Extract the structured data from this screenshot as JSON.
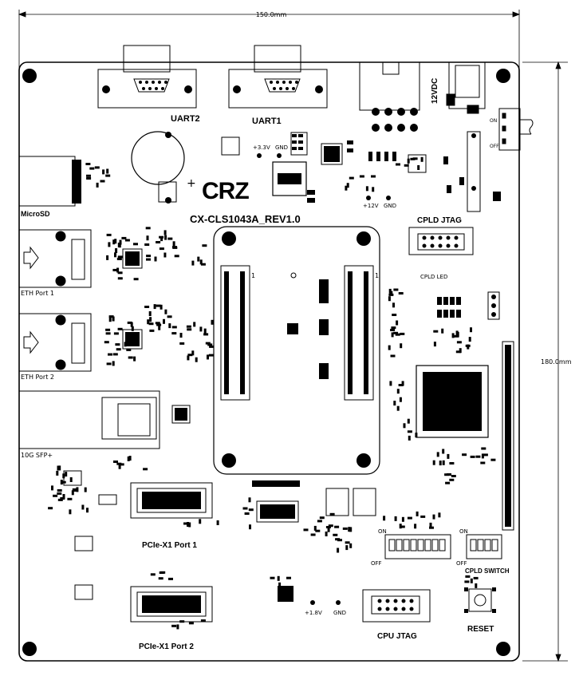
{
  "dimensions": {
    "width": "150.0mm",
    "height": "180.0mm"
  },
  "board_name": "CX-CLS1043A_REV1.0",
  "logo_text": "CRZ",
  "labels": {
    "uart2": "UART2",
    "uart1": "UART1",
    "power_in": "12VDC",
    "on": "ON",
    "off": "OFF",
    "v33": "+3.3V",
    "gnd": "GND",
    "v12": "+12V",
    "v18": "+1.8V",
    "microsd": "MicroSD",
    "cpld_jtag": "CPLD JTAG",
    "cpld_led": "CPLD LED",
    "eth1": "ETH Port 1",
    "eth2": "ETH Port 2",
    "sfp": "10G SFP+",
    "pcie1": "PCIe-X1 Port 1",
    "pcie2": "PCIe-X1 Port 2",
    "cpld_switch": "CPLD SWITCH",
    "cpu_jtag": "CPU JTAG",
    "reset": "RESET",
    "pin1": "1"
  },
  "colors": {
    "ink": "#000000",
    "paper": "#ffffff"
  }
}
